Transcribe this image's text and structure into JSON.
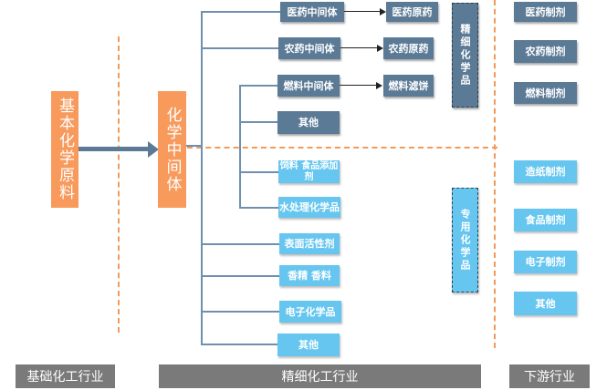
{
  "basic_raw": "基本化学原料",
  "chem_intermediate": "化学中间体",
  "branches_fine": [
    {
      "label": "医药中间体",
      "product": "医药原药"
    },
    {
      "label": "农药中间体",
      "product": "农药原药"
    },
    {
      "label": "燃料中间体",
      "product": "燃料滤饼"
    },
    {
      "label": "其他",
      "product": ""
    }
  ],
  "branches_special": [
    "饲料 食品添加剂",
    "水处理化学品",
    "表面活性剂",
    "香精 香料",
    "电子化学品",
    "其他"
  ],
  "fine_chem_label": "精细化学品",
  "special_chem_label": "专用化学品",
  "downstream_fine": [
    "医药制剂",
    "农药制剂",
    "燃料制剂"
  ],
  "downstream_special": [
    "造纸制剂",
    "食品制剂",
    "电子制剂",
    "其他"
  ],
  "footer": {
    "basic": "基础化工行业",
    "fine": "精细化工行业",
    "downstream": "下游行业"
  }
}
